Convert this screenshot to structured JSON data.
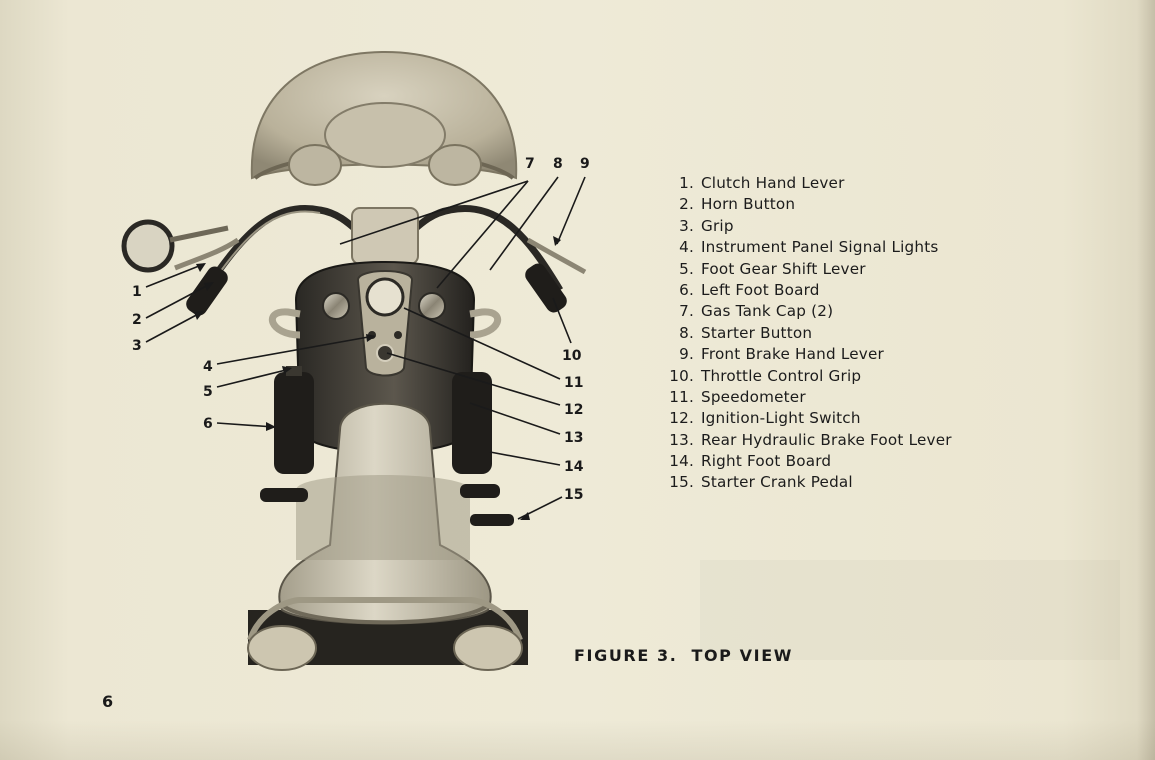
{
  "figure": {
    "caption_label": "FIGURE 3.",
    "caption_title": "TOP VIEW",
    "callouts": [
      "1",
      "2",
      "3",
      "4",
      "5",
      "6",
      "7",
      "8",
      "9",
      "10",
      "11",
      "12",
      "13",
      "14",
      "15"
    ]
  },
  "legend": [
    {
      "num": "1.",
      "label": "Clutch Hand Lever"
    },
    {
      "num": "2.",
      "label": "Horn Button"
    },
    {
      "num": "3.",
      "label": "Grip"
    },
    {
      "num": "4.",
      "label": "Instrument Panel Signal Lights"
    },
    {
      "num": "5.",
      "label": "Foot  Gear Shift Lever"
    },
    {
      "num": "6.",
      "label": "Left Foot Board"
    },
    {
      "num": "7.",
      "label": "Gas Tank Cap (2)"
    },
    {
      "num": "8.",
      "label": "Starter Button"
    },
    {
      "num": "9.",
      "label": "Front Brake Hand Lever"
    },
    {
      "num": "10.",
      "label": "Throttle Control Grip"
    },
    {
      "num": "11.",
      "label": "Speedometer"
    },
    {
      "num": "12.",
      "label": "Ignition-Light Switch"
    },
    {
      "num": "13.",
      "label": "Rear Hydraulic Brake Foot Lever"
    },
    {
      "num": "14.",
      "label": "Right Foot Board"
    },
    {
      "num": "15.",
      "label": "Starter Crank Pedal"
    }
  ],
  "page": {
    "number": "6"
  },
  "colors": {
    "paper": "#ece7d3",
    "ink": "#1a1a1a"
  }
}
